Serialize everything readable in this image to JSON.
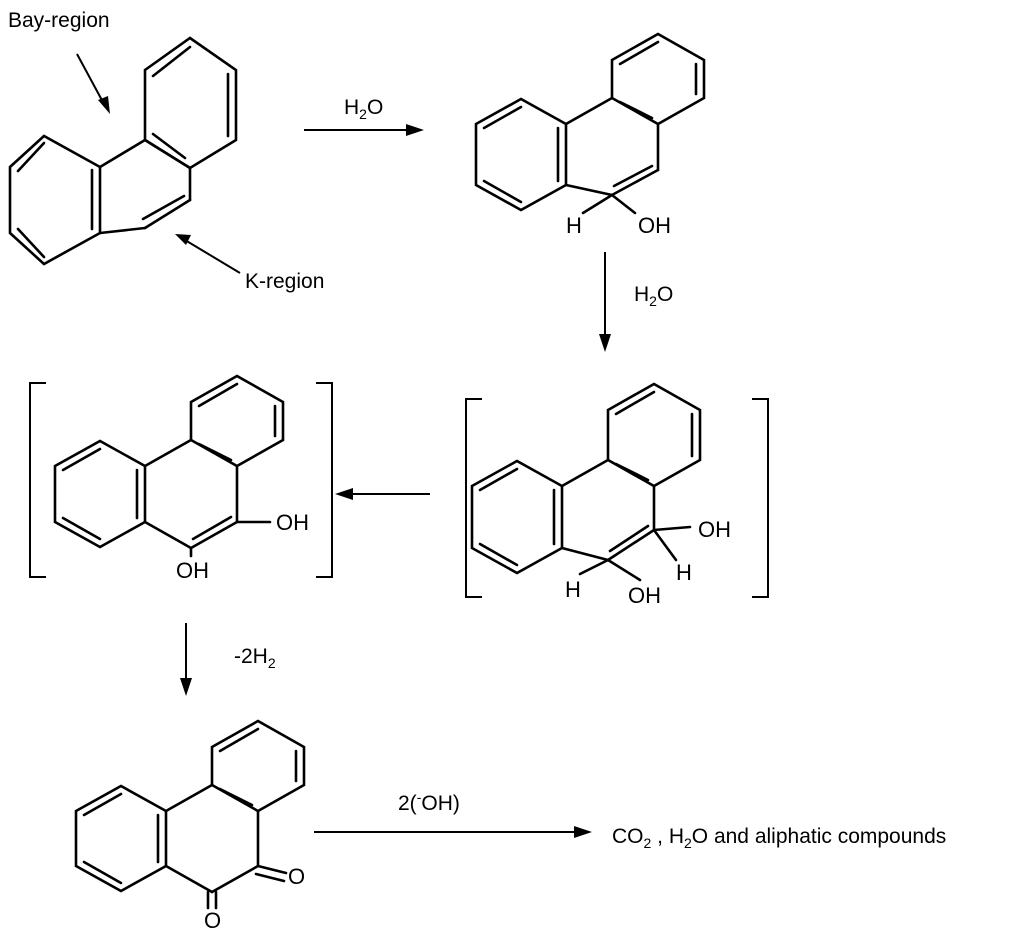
{
  "labels": {
    "bay_region": "Bay-region",
    "k_region": "K-region"
  },
  "reagents": {
    "step1": {
      "main": "H",
      "sub": "2",
      "tail": "O"
    },
    "step2": {
      "main": "H",
      "sub": "2",
      "tail": "O"
    },
    "step4": {
      "main": "-2H",
      "sub": "2"
    },
    "step5": {
      "main": "2(",
      "sup": "-",
      "tail": "OH)"
    }
  },
  "atoms": {
    "H": "H",
    "OH": "OH",
    "O": "O"
  },
  "products": {
    "co": "CO",
    "co_sub": "2",
    "sep": " , ",
    "h": "H",
    "h_sub": "2",
    "rest": "O and aliphatic compounds"
  }
}
